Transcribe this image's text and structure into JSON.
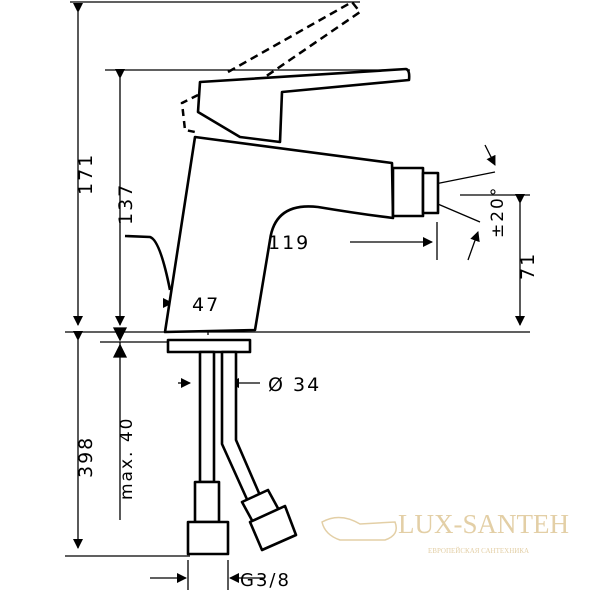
{
  "dimensions": {
    "total_height": "171",
    "lever_height": "137",
    "spout_reach": "119",
    "base_width": "47",
    "spray_angle": "±20°",
    "spout_height": "71",
    "hole_diameter": "Ø 34",
    "hose_length": "398",
    "max_counter_thickness": "max. 40",
    "thread": "G3/8"
  },
  "watermark": {
    "brand": "LUX-SANTEH",
    "tagline": "ЕВРОПЕЙСКАЯ САНТЕХНИКА",
    "color": "#e3cfa6"
  }
}
